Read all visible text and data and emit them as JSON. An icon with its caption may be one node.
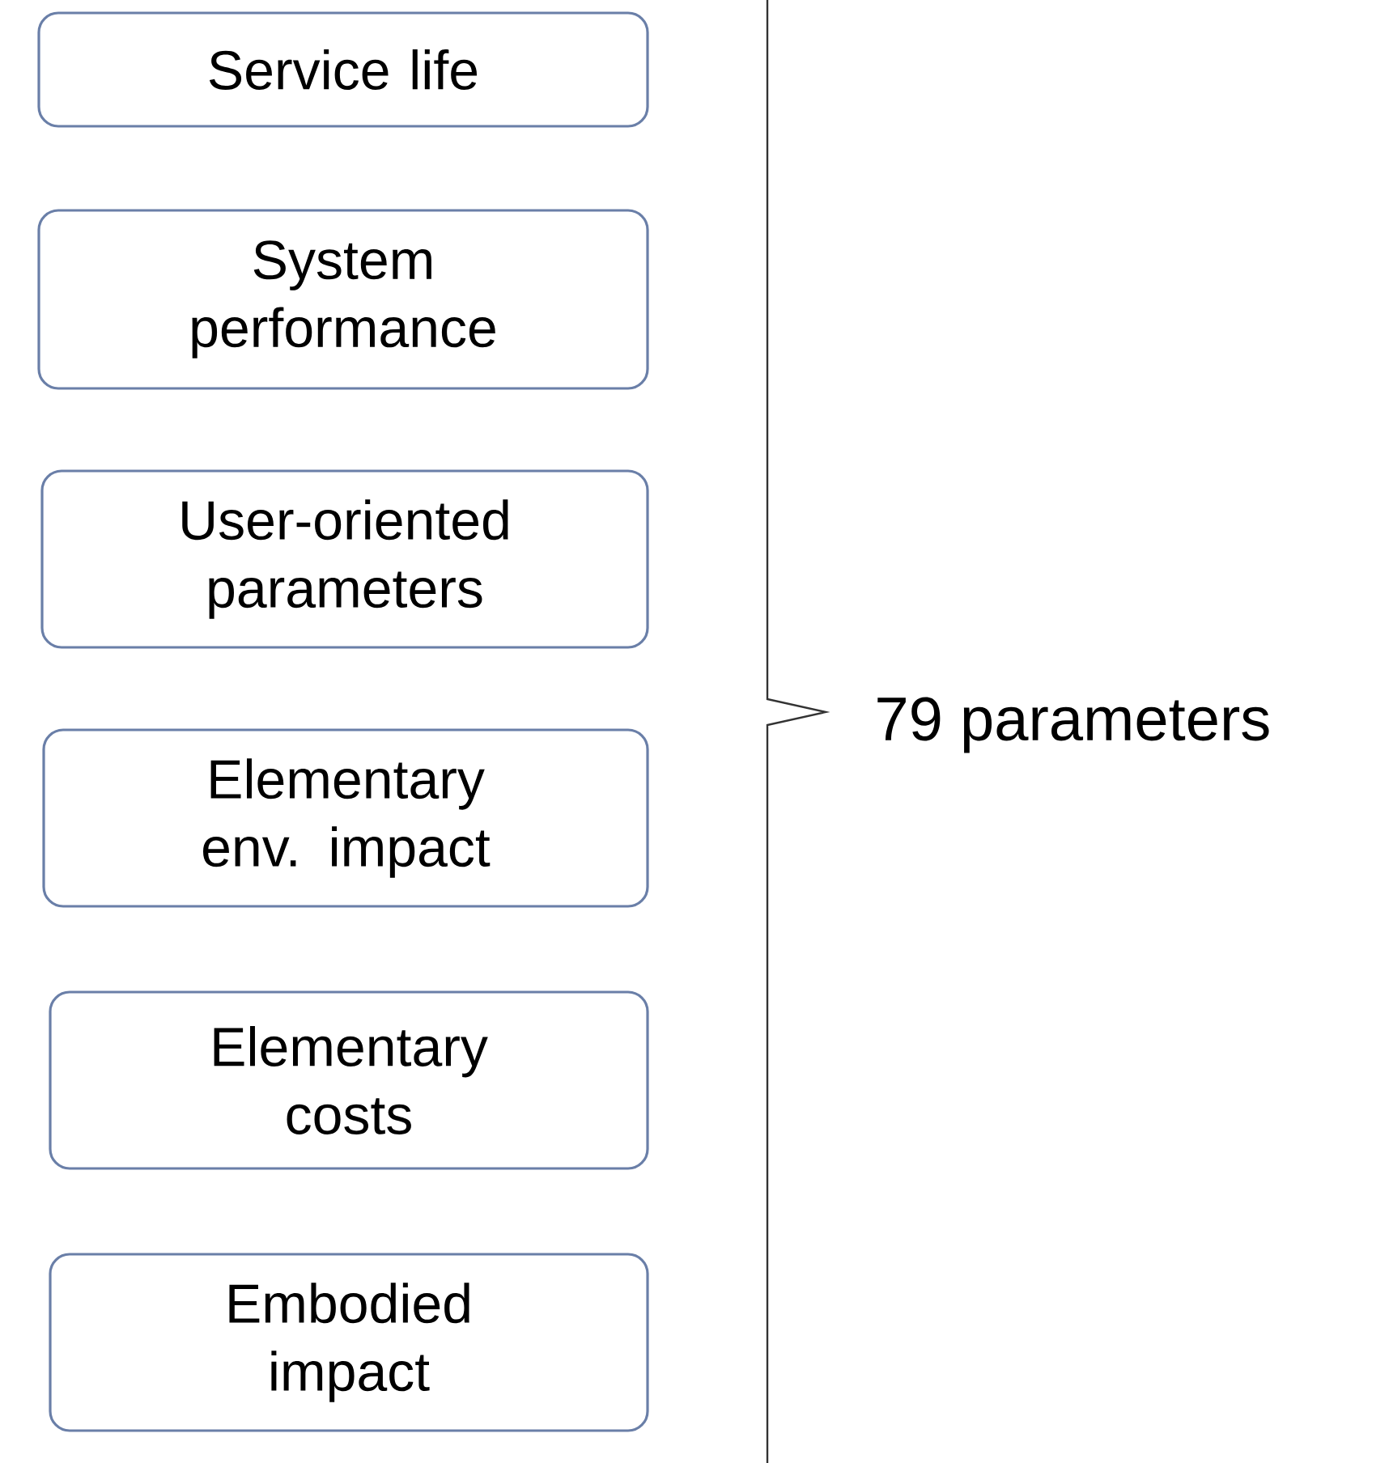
{
  "diagram": {
    "nodes": [
      {
        "text": [
          "Service life"
        ]
      },
      {
        "text": [
          "System performance"
        ]
      },
      {
        "text": [
          "User-oriented parameters"
        ]
      },
      {
        "text": [
          "Elementary env. impact"
        ]
      },
      {
        "text": [
          "Elementary costs"
        ]
      },
      {
        "text": [
          "Embodied impact"
        ]
      }
    ],
    "labels": [
      "79 parameters"
    ]
  }
}
